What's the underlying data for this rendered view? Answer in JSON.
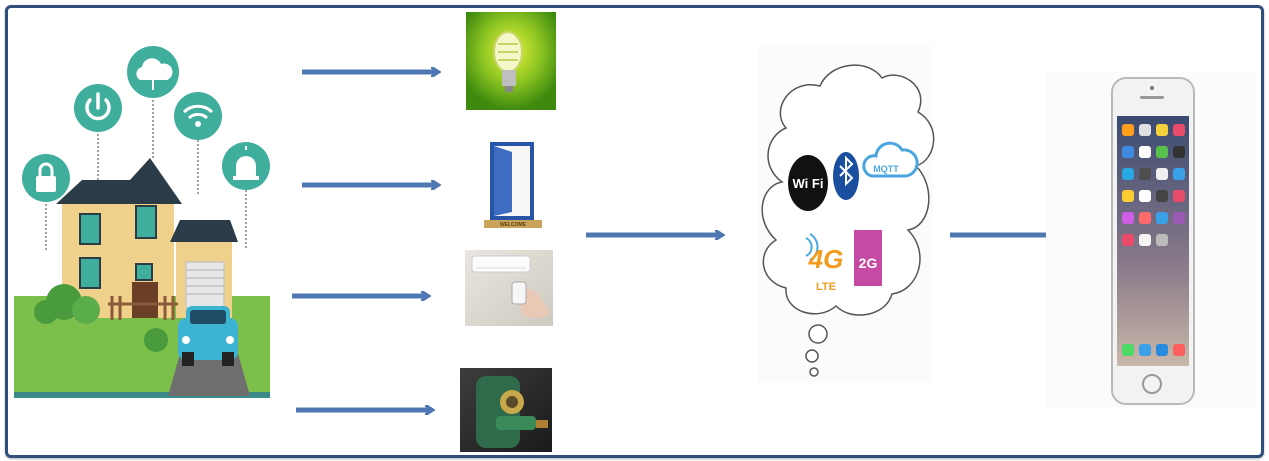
{
  "colors": {
    "frame": "#2f4e7a",
    "arrow": "#4f78b3",
    "icon_teal": "#3fae9c",
    "house_wall": "#f0d18b",
    "roof": "#2b3b48",
    "grass": "#7cc04b",
    "car": "#3bb3d1",
    "bulb_bg": "#4c9a10",
    "door": "#2756a8",
    "gas_tank": "#2f6a4a"
  },
  "icons": {
    "house": [
      "lock-icon",
      "power-icon",
      "cloud-icon",
      "wifi-icon",
      "alarm-icon"
    ],
    "devices": [
      "bulb-icon",
      "door-icon",
      "air-conditioner-icon",
      "gas-cylinder-icon"
    ],
    "cloud": [
      "wifi-logo-icon",
      "bluetooth-icon",
      "mqtt-cloud-icon",
      "4g-lte-icon",
      "2g-icon"
    ],
    "phone": "smartphone-icon"
  },
  "texts": {
    "wifi_logo": "Wi Fi",
    "mqtt": "MQTT",
    "four_g": "4G",
    "lte": "LTE",
    "two_g": "2G",
    "welcome": "WELCOME"
  }
}
